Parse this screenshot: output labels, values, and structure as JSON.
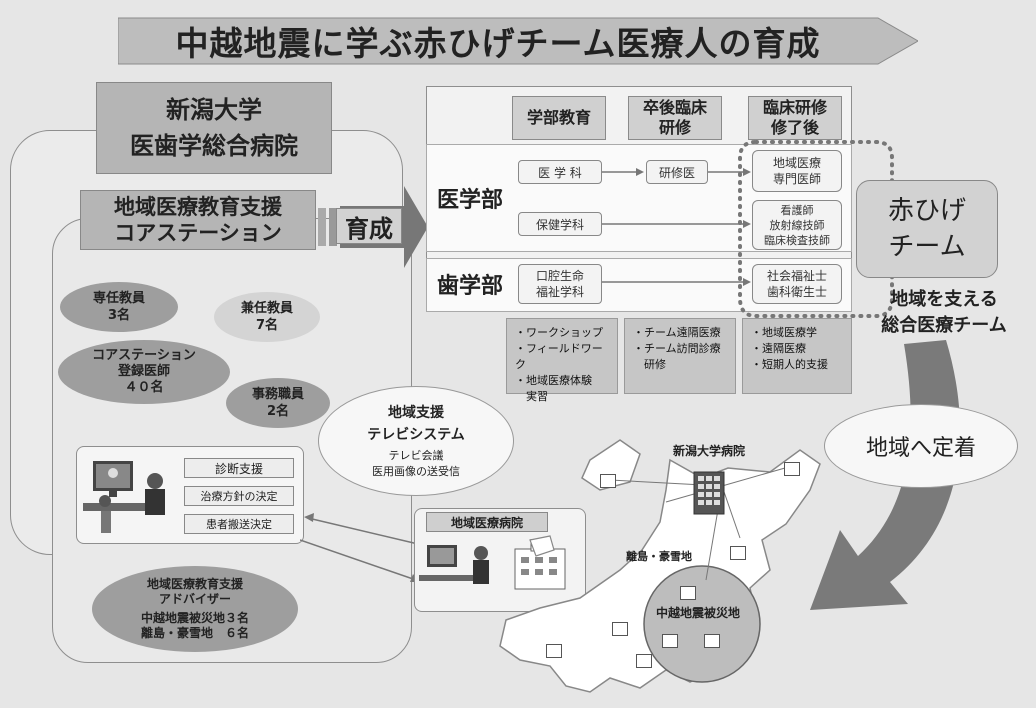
{
  "title": "中越地震に学ぶ赤ひげチーム医療人の育成",
  "hospital": {
    "line1": "新潟大学",
    "line2": "医歯学総合病院"
  },
  "support_station": {
    "line1": "地域医療教育支援",
    "line2": "コアステーション"
  },
  "nurture": "育成",
  "staff": {
    "dedicated": "専任教員\n3名",
    "concurrent": "兼任教員\n7名",
    "registered": "コアステーション\n登録医師\n４０名",
    "clerical": "事務職員\n2名"
  },
  "actions": {
    "diagnosis": "診断支援",
    "treatment": "治療方針の決定",
    "transport": "患者搬送決定"
  },
  "advisor": {
    "title": "地域医療教育支援\nアドバイザー",
    "detail": "中越地震被災地３名\n離島・豪雪地　６名"
  },
  "tv_system": {
    "title": "地域支援\nテレビシステム",
    "items": "テレビ会議\n医用画像の送受信"
  },
  "regional_hospital": "地域医療病院",
  "stages": {
    "undergrad": "学部教育",
    "postgrad": "卒後臨床\n研修",
    "after": "臨床研修\n修了後"
  },
  "faculties": {
    "medicine": "医学部",
    "dentistry": "歯学部"
  },
  "departments": {
    "med": "医 学 科",
    "health": "保健学科",
    "oral": "口腔生命\n福祉学科",
    "resident": "研修医"
  },
  "outcomes": {
    "specialist": "地域医療\n専門医師",
    "nurses": "看護師\n放射線技師\n臨床検査技師",
    "social": "社会福祉士\n歯科衛生士"
  },
  "programs": {
    "undergrad": "・ワークショップ\n・フィールドワーク\n・地域医療体験\n　実習",
    "postgrad": "・チーム遠隔医療\n・チーム訪問診療\n　研修",
    "after": "・地域医療学\n・遠隔医療\n・短期人的支援"
  },
  "akahige": "赤ひげ\nチーム",
  "akahige_caption": "地域を支える\n総合医療チーム",
  "settle": "地域へ定着",
  "map": {
    "niigata_hosp": "新潟大学病院",
    "islands": "離島・豪雪地",
    "disaster": "中越地震被災地"
  },
  "colors": {
    "bg": "#e6e6e6",
    "box_gray": "#c6c6c6",
    "ellipse": "#9c9c9c",
    "arrow": "#777777"
  }
}
